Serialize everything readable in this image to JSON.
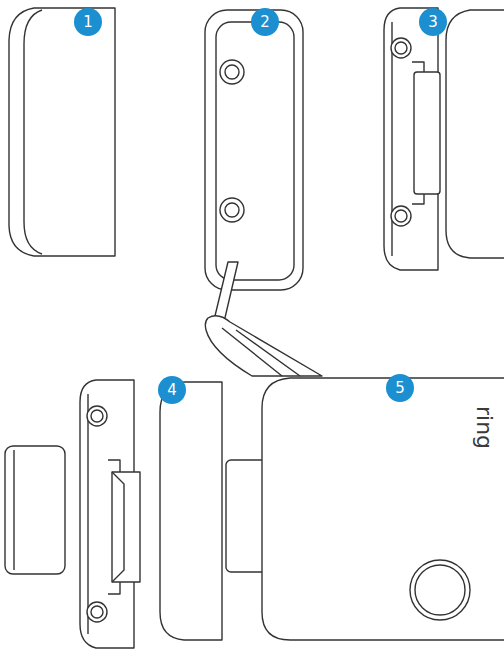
{
  "diagram": {
    "labels": [
      "1",
      "2",
      "3",
      "4",
      "5",
      "ring"
    ]
  }
}
